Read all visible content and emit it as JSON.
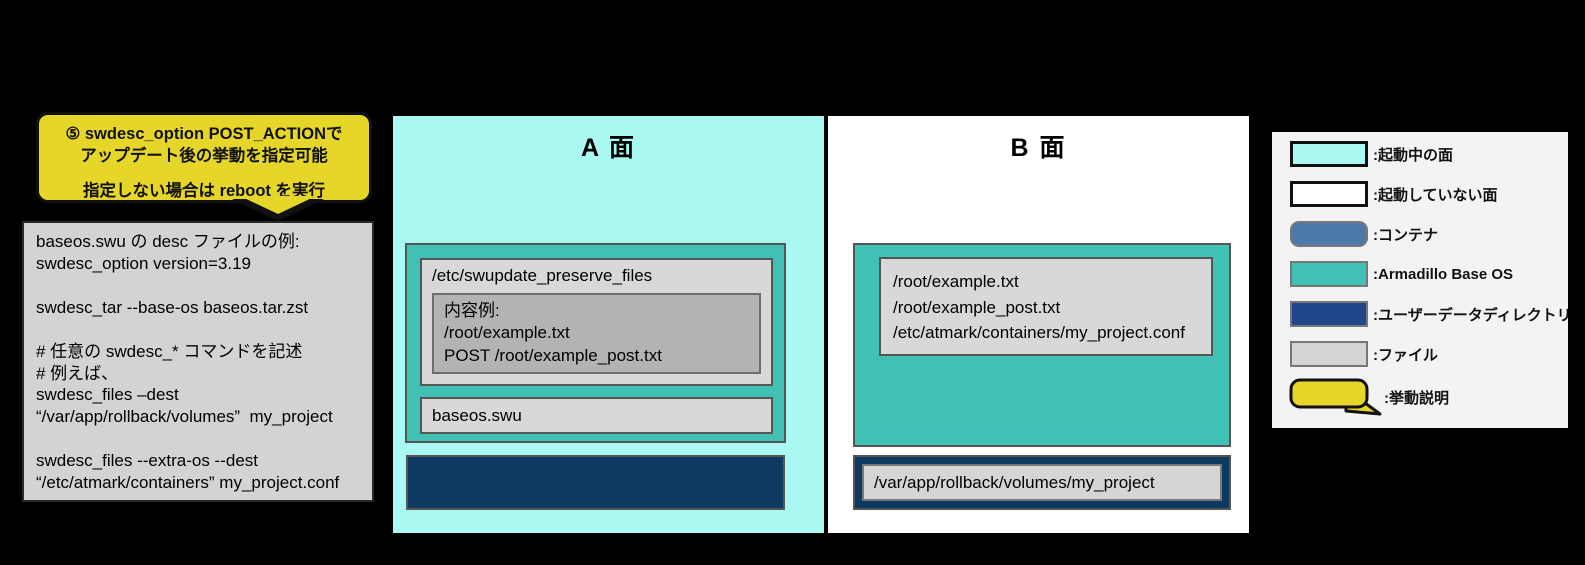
{
  "bubble": {
    "line1": "⑤ swdesc_option POST_ACTIONで",
    "line2": "アップデート後の挙動を指定可能",
    "line3": "指定しない場合は reboot を実行"
  },
  "desc_box": {
    "lines": [
      "baseos.swu の desc ファイルの例:",
      "swdesc_option version=3.19",
      "",
      "swdesc_tar --base-os baseos.tar.zst",
      "",
      "# 任意の swdesc_* コマンドを記述",
      "# 例えば、",
      "swdesc_files –dest",
      "“/var/app/rollback/volumes”  my_project",
      "",
      "swdesc_files --extra-os --dest",
      "“/etc/atmark/containers” my_project.conf"
    ]
  },
  "side_a": {
    "title": "A 面",
    "preserve_file": {
      "name": "/etc/swupdate_preserve_files",
      "content_lines": [
        "内容例:",
        "/root/example.txt",
        "POST /root/example_post.txt"
      ]
    },
    "swu_file": "baseos.swu"
  },
  "side_b": {
    "title": "B 面",
    "files": [
      "/root/example.txt",
      "/root/example_post.txt",
      "/etc/atmark/containers/my_project.conf"
    ],
    "userdata_file": "/var/app/rollback/volumes/my_project"
  },
  "legend": {
    "items": [
      {
        "label": ":起動中の面"
      },
      {
        "label": ":起動していない面"
      },
      {
        "label": ":コンテナ"
      },
      {
        "label": ":Armadillo Base OS"
      },
      {
        "label": ":ユーザーデータディレクトリ"
      },
      {
        "label": ":ファイル"
      },
      {
        "label": ":挙動説明"
      }
    ]
  },
  "colors": {
    "background": "#000000",
    "active_side": "#a9f8f2",
    "inactive_side": "#ffffff",
    "container": "#4d7aa8",
    "armadillo_base_os": "#41c1b4",
    "user_data_directory_dark": "#0e3a62",
    "user_data_directory_legend": "#20468b",
    "file_gray": "#d3d3d3",
    "file_inner_gray": "#b3b3b3",
    "behavior_yellow": "#e7d62a"
  }
}
